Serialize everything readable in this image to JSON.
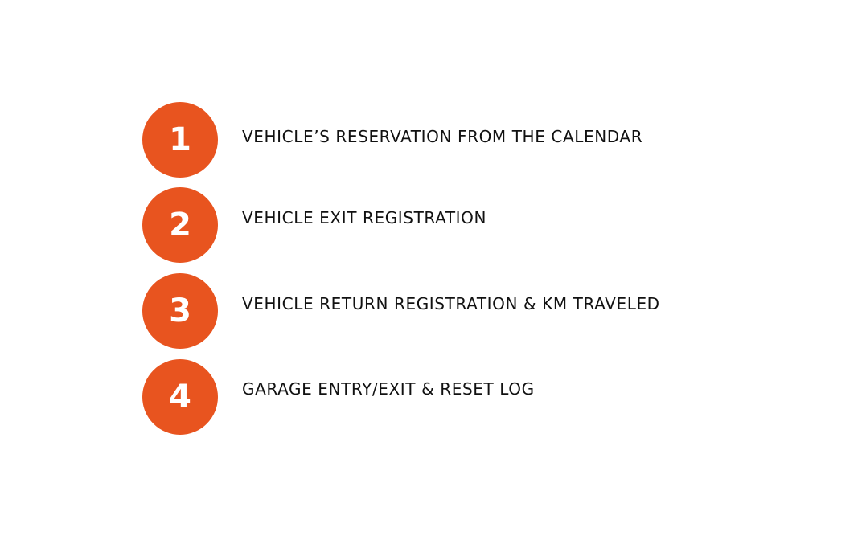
{
  "colors": {
    "accent": "#E8541F",
    "line": "#000000",
    "text": "#111111",
    "background": "#FFFFFF"
  },
  "steps": [
    {
      "number": "1",
      "label": "VEHICLE’S RESERVATION FROM THE CALENDAR"
    },
    {
      "number": "2",
      "label": "VEHICLE EXIT REGISTRATION"
    },
    {
      "number": "3",
      "label": "VEHICLE RETURN REGISTRATION & KM TRAVELED"
    },
    {
      "number": "4",
      "label": "GARAGE ENTRY/EXIT & RESET LOG"
    }
  ]
}
